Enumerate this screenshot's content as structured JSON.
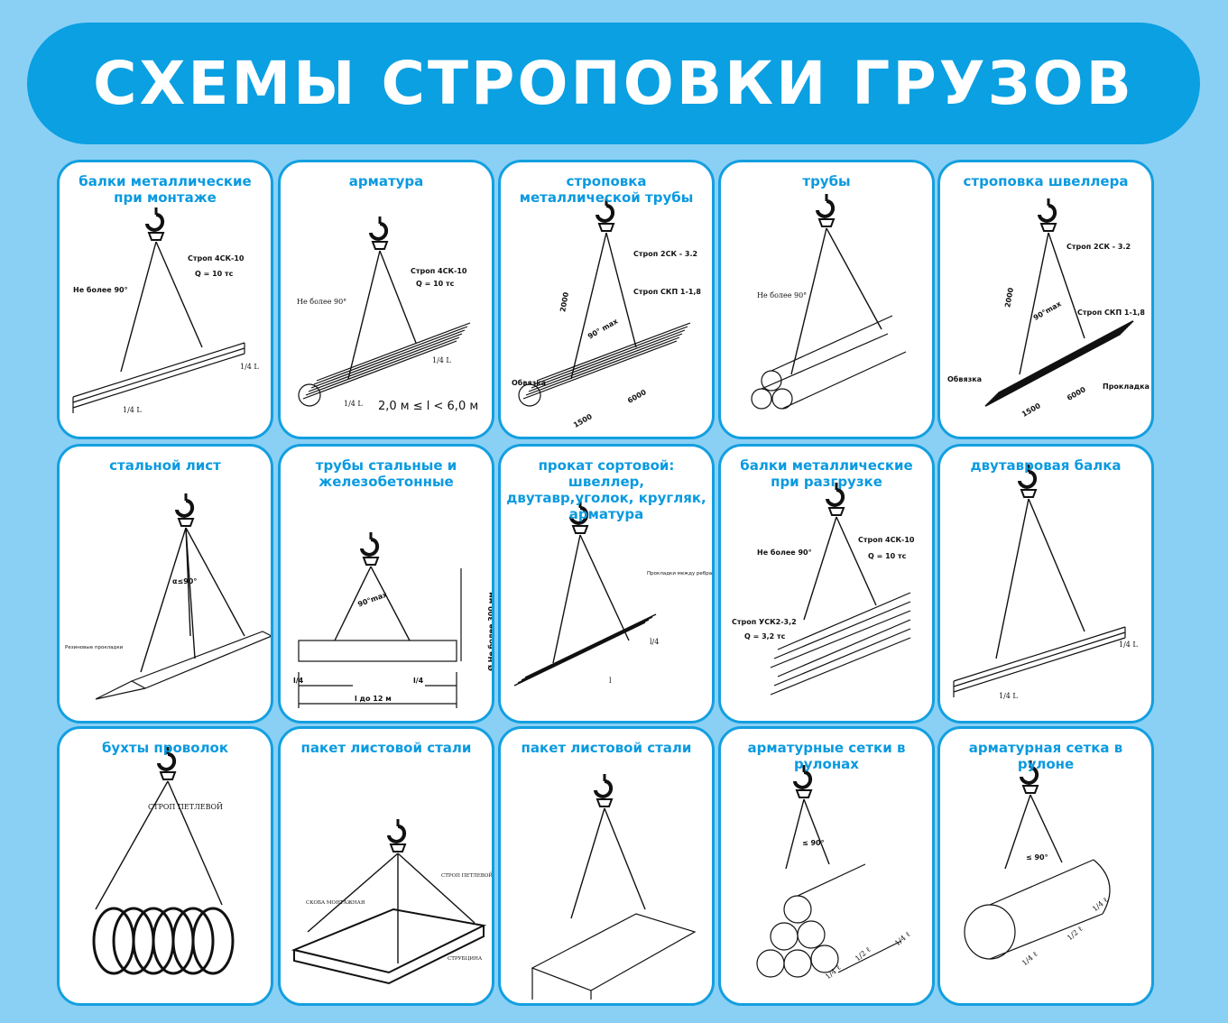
{
  "poster": {
    "title": "СХЕМЫ СТРОПОВКИ ГРУЗОВ",
    "colors": {
      "background": "#8ad0f5",
      "accent": "#0aa0e2",
      "card_border": "#139fe0",
      "card_title": "#0a9ae0"
    }
  },
  "cards": [
    {
      "title": "балки металлические при монтаже",
      "labels": [
        "Строп 4СК-10",
        "Q = 10 тс",
        "Не более 90°",
        "1/4 L",
        "1/4 L"
      ]
    },
    {
      "title": "арматура",
      "labels": [
        "Строп 4СК-10",
        "Q = 10 тс",
        "Не более 90°",
        "1/4 L",
        "1/4 L",
        "2,0 м ≤ l < 6,0 м"
      ]
    },
    {
      "title": "строповка металлической трубы",
      "labels": [
        "Строп 2СК - 3.2",
        "Строп СКП 1-1,8",
        "2000",
        "90° max",
        "Обвязка",
        "6000",
        "1500"
      ]
    },
    {
      "title": "трубы",
      "labels": [
        "Не более 90°"
      ]
    },
    {
      "title": "строповка швеллера",
      "labels": [
        "Строп 2СК - 3.2",
        "2000",
        "90°max",
        "Строп СКП 1-1,8",
        "Обвязка",
        "Прокладка",
        "6000",
        "1500"
      ]
    },
    {
      "title": "стальной лист",
      "labels": [
        "α≤90°",
        "Резиновые прокладки"
      ]
    },
    {
      "title": "трубы стальные и железобетонные",
      "labels": [
        "90°max",
        "Ø Не более 300 мм",
        "l/4",
        "l/4",
        "l до 12 м"
      ]
    },
    {
      "title": "прокат сортовой: швеллер, двутавр,уголок, кругляк, арматура",
      "labels": [
        "Прокладки между ребрами и канатом",
        "l/4",
        "l"
      ]
    },
    {
      "title": "балки металлические при разгрузке",
      "labels": [
        "Строп 4СК-10",
        "Q = 10 тс",
        "Не более 90°",
        "Строп УСК2-3,2",
        "Q = 3,2 тс"
      ]
    },
    {
      "title": "двутавровая балка",
      "labels": [
        "1/4 L",
        "1/4 L"
      ]
    },
    {
      "title": "бухты проволок",
      "labels": [
        "СТРОП ПЕТЛЕВОЙ"
      ]
    },
    {
      "title": "пакет листовой стали",
      "labels": [
        "СТРОП ПЕТЛЕВОЙ",
        "СКОБА МОНТАЖНАЯ",
        "СТРУБЦИНА"
      ]
    },
    {
      "title": "пакет листовой стали",
      "labels": []
    },
    {
      "title": "арматурные сетки в рулонах",
      "labels": [
        "≤ 90°",
        "1/4 ℓ",
        "1/2 ℓ",
        "1/4 ℓ"
      ]
    },
    {
      "title": "арматурная сетка в рулоне",
      "labels": [
        "≤ 90°",
        "1/4 ℓ",
        "1/2 ℓ",
        "1/4 ℓ"
      ]
    }
  ]
}
